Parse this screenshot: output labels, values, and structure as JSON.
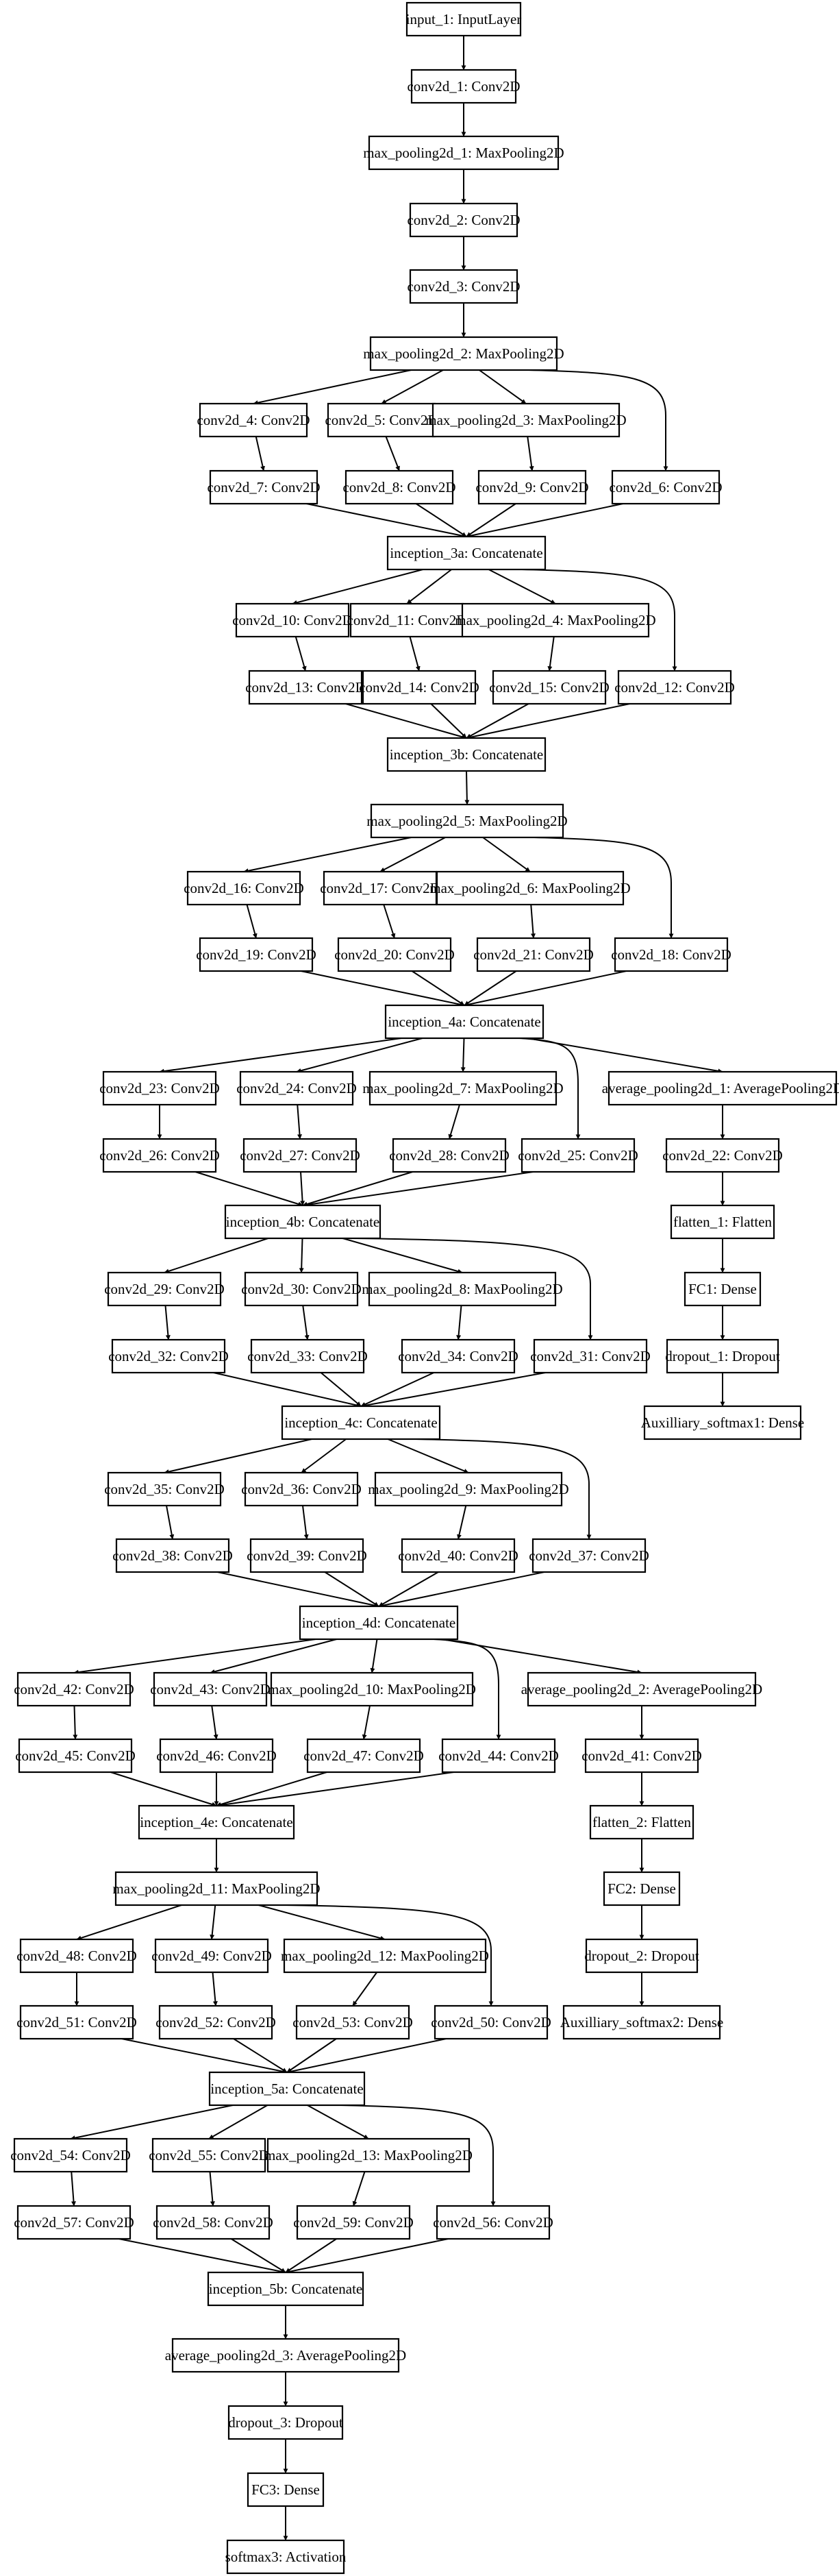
{
  "diagram": {
    "title": "",
    "nodes": [
      {
        "id": "n0",
        "label": "input_1: InputLayer"
      },
      {
        "id": "n1",
        "label": "conv2d_1: Conv2D"
      },
      {
        "id": "n2",
        "label": "max_pooling2d_1: MaxPooling2D"
      },
      {
        "id": "n3",
        "label": "conv2d_2: Conv2D"
      },
      {
        "id": "n4",
        "label": "conv2d_3: Conv2D"
      },
      {
        "id": "n5",
        "label": "max_pooling2d_2: MaxPooling2D"
      },
      {
        "id": "n6",
        "label": "conv2d_4: Conv2D"
      },
      {
        "id": "n7",
        "label": "conv2d_5: Conv2D"
      },
      {
        "id": "n8",
        "label": "max_pooling2d_3: MaxPooling2D"
      },
      {
        "id": "n9",
        "label": "conv2d_7: Conv2D"
      },
      {
        "id": "n10",
        "label": "conv2d_8: Conv2D"
      },
      {
        "id": "n11",
        "label": "conv2d_9: Conv2D"
      },
      {
        "id": "n12",
        "label": "conv2d_6: Conv2D"
      },
      {
        "id": "n13",
        "label": "inception_3a: Concatenate"
      },
      {
        "id": "n14",
        "label": "conv2d_10: Conv2D"
      },
      {
        "id": "n15",
        "label": "conv2d_11: Conv2D"
      },
      {
        "id": "n16",
        "label": "max_pooling2d_4: MaxPooling2D"
      },
      {
        "id": "n17",
        "label": "conv2d_13: Conv2D"
      },
      {
        "id": "n18",
        "label": "conv2d_14: Conv2D"
      },
      {
        "id": "n19",
        "label": "conv2d_15: Conv2D"
      },
      {
        "id": "n20",
        "label": "conv2d_12: Conv2D"
      },
      {
        "id": "n21",
        "label": "inception_3b: Concatenate"
      },
      {
        "id": "n22",
        "label": "max_pooling2d_5: MaxPooling2D"
      },
      {
        "id": "n23",
        "label": "conv2d_16: Conv2D"
      },
      {
        "id": "n24",
        "label": "conv2d_17: Conv2D"
      },
      {
        "id": "n25",
        "label": "max_pooling2d_6: MaxPooling2D"
      },
      {
        "id": "n26",
        "label": "conv2d_19: Conv2D"
      },
      {
        "id": "n27",
        "label": "conv2d_20: Conv2D"
      },
      {
        "id": "n28",
        "label": "conv2d_21: Conv2D"
      },
      {
        "id": "n29",
        "label": "conv2d_18: Conv2D"
      },
      {
        "id": "n30",
        "label": "inception_4a: Concatenate"
      },
      {
        "id": "n31",
        "label": "conv2d_23: Conv2D"
      },
      {
        "id": "n32",
        "label": "conv2d_24: Conv2D"
      },
      {
        "id": "n33",
        "label": "max_pooling2d_7: MaxPooling2D"
      },
      {
        "id": "n34",
        "label": "average_pooling2d_1: AveragePooling2D"
      },
      {
        "id": "n35",
        "label": "conv2d_26: Conv2D"
      },
      {
        "id": "n36",
        "label": "conv2d_27: Conv2D"
      },
      {
        "id": "n37",
        "label": "conv2d_28: Conv2D"
      },
      {
        "id": "n38",
        "label": "conv2d_25: Conv2D"
      },
      {
        "id": "n39",
        "label": "conv2d_22: Conv2D"
      },
      {
        "id": "n40",
        "label": "inception_4b: Concatenate"
      },
      {
        "id": "n41",
        "label": "flatten_1: Flatten"
      },
      {
        "id": "n42",
        "label": "conv2d_29: Conv2D"
      },
      {
        "id": "n43",
        "label": "conv2d_30: Conv2D"
      },
      {
        "id": "n44",
        "label": "max_pooling2d_8: MaxPooling2D"
      },
      {
        "id": "n45",
        "label": "FC1: Dense"
      },
      {
        "id": "n46",
        "label": "conv2d_32: Conv2D"
      },
      {
        "id": "n47",
        "label": "conv2d_33: Conv2D"
      },
      {
        "id": "n48",
        "label": "conv2d_34: Conv2D"
      },
      {
        "id": "n49",
        "label": "conv2d_31: Conv2D"
      },
      {
        "id": "n50",
        "label": "dropout_1: Dropout"
      },
      {
        "id": "n51",
        "label": "inception_4c: Concatenate"
      },
      {
        "id": "n52",
        "label": "Auxilliary_softmax1: Dense"
      },
      {
        "id": "n53",
        "label": "conv2d_35: Conv2D"
      },
      {
        "id": "n54",
        "label": "conv2d_36: Conv2D"
      },
      {
        "id": "n55",
        "label": "max_pooling2d_9: MaxPooling2D"
      },
      {
        "id": "n56",
        "label": "conv2d_38: Conv2D"
      },
      {
        "id": "n57",
        "label": "conv2d_39: Conv2D"
      },
      {
        "id": "n58",
        "label": "conv2d_40: Conv2D"
      },
      {
        "id": "n59",
        "label": "conv2d_37: Conv2D"
      },
      {
        "id": "n60",
        "label": "inception_4d: Concatenate"
      },
      {
        "id": "n61",
        "label": "conv2d_42: Conv2D"
      },
      {
        "id": "n62",
        "label": "conv2d_43: Conv2D"
      },
      {
        "id": "n63",
        "label": "max_pooling2d_10: MaxPooling2D"
      },
      {
        "id": "n64",
        "label": "average_pooling2d_2: AveragePooling2D"
      },
      {
        "id": "n65",
        "label": "conv2d_45: Conv2D"
      },
      {
        "id": "n66",
        "label": "conv2d_46: Conv2D"
      },
      {
        "id": "n67",
        "label": "conv2d_47: Conv2D"
      },
      {
        "id": "n68",
        "label": "conv2d_44: Conv2D"
      },
      {
        "id": "n69",
        "label": "conv2d_41: Conv2D"
      },
      {
        "id": "n70",
        "label": "inception_4e: Concatenate"
      },
      {
        "id": "n71",
        "label": "flatten_2: Flatten"
      },
      {
        "id": "n72",
        "label": "max_pooling2d_11: MaxPooling2D"
      },
      {
        "id": "n73",
        "label": "FC2: Dense"
      },
      {
        "id": "n74",
        "label": "conv2d_48: Conv2D"
      },
      {
        "id": "n75",
        "label": "conv2d_49: Conv2D"
      },
      {
        "id": "n76",
        "label": "max_pooling2d_12: MaxPooling2D"
      },
      {
        "id": "n77",
        "label": "dropout_2: Dropout"
      },
      {
        "id": "n78",
        "label": "conv2d_51: Conv2D"
      },
      {
        "id": "n79",
        "label": "conv2d_52: Conv2D"
      },
      {
        "id": "n80",
        "label": "conv2d_53: Conv2D"
      },
      {
        "id": "n81",
        "label": "conv2d_50: Conv2D"
      },
      {
        "id": "n82",
        "label": "Auxilliary_softmax2: Dense"
      },
      {
        "id": "n83",
        "label": "inception_5a: Concatenate"
      },
      {
        "id": "n84",
        "label": "conv2d_54: Conv2D"
      },
      {
        "id": "n85",
        "label": "conv2d_55: Conv2D"
      },
      {
        "id": "n86",
        "label": "max_pooling2d_13: MaxPooling2D"
      },
      {
        "id": "n87",
        "label": "conv2d_57: Conv2D"
      },
      {
        "id": "n88",
        "label": "conv2d_58: Conv2D"
      },
      {
        "id": "n89",
        "label": "conv2d_59: Conv2D"
      },
      {
        "id": "n90",
        "label": "conv2d_56: Conv2D"
      },
      {
        "id": "n91",
        "label": "inception_5b: Concatenate"
      },
      {
        "id": "n92",
        "label": "average_pooling2d_3: AveragePooling2D"
      },
      {
        "id": "n93",
        "label": "dropout_3: Dropout"
      },
      {
        "id": "n94",
        "label": "FC3: Dense"
      },
      {
        "id": "n95",
        "label": "softmax3: Activation"
      }
    ]
  }
}
